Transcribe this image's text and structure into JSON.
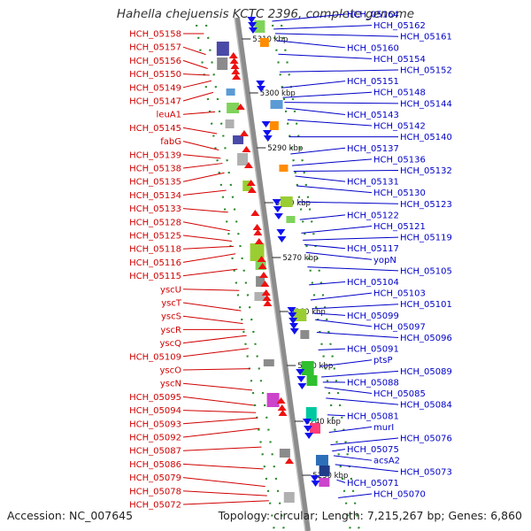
{
  "title": "Hahella chejuensis KCTC 2396, complete genome",
  "footer": {
    "accession": "Accession: NC_007645",
    "genome_info": "Topology: circular; Length: 7,215,267 bp; Genes: 6,860"
  },
  "colors": {
    "left_labels": "#d00000",
    "right_labels": "#0000c8",
    "backbone": "#8c8c8c",
    "dotted_track": "#2a8a2a"
  },
  "kbp_ticks": [
    "5310 kbp",
    "5300 kbp",
    "5290 kbp",
    "5280 kbp",
    "5270 kbp",
    "5260 kbp",
    "5250 kbp",
    "5240 kbp",
    "5230 kbp"
  ],
  "left_labels": [
    "HCH_05158",
    "HCH_05157",
    "HCH_05156",
    "HCH_05150",
    "HCH_05149",
    "HCH_05147",
    "leuA1",
    "HCH_05145",
    "fabG",
    "HCH_05139",
    "HCH_05138",
    "HCH_05135",
    "HCH_05134",
    "HCH_05133",
    "HCH_05128",
    "HCH_05125",
    "HCH_05118",
    "HCH_05116",
    "HCH_05115",
    "yscU",
    "yscT",
    "yscS",
    "yscR",
    "yscQ",
    "HCH_05109",
    "yscO",
    "yscN",
    "HCH_05095",
    "HCH_05094",
    "HCH_05093",
    "HCH_05092",
    "HCH_05087",
    "HCH_05086",
    "HCH_05079",
    "HCH_05078",
    "HCH_05072"
  ],
  "right_labels": [
    "HCH_05164",
    "HCH_05162",
    "HCH_05161",
    "HCH_05160",
    "HCH_05154",
    "HCH_05152",
    "HCH_05151",
    "HCH_05148",
    "HCH_05144",
    "HCH_05143",
    "HCH_05142",
    "HCH_05140",
    "HCH_05137",
    "HCH_05136",
    "HCH_05132",
    "HCH_05131",
    "HCH_05130",
    "HCH_05123",
    "HCH_05122",
    "HCH_05121",
    "HCH_05119",
    "HCH_05117",
    "yopN",
    "HCH_05105",
    "HCH_05104",
    "HCH_05103",
    "HCH_05101",
    "HCH_05099",
    "HCH_05097",
    "HCH_05096",
    "HCH_05091",
    "ptsP",
    "HCH_05089",
    "HCH_05088",
    "HCH_05085",
    "HCH_05084",
    "HCH_05081",
    "murI",
    "HCH_05076",
    "HCH_05075",
    "acsA2",
    "HCH_05073",
    "HCH_05071",
    "HCH_05070"
  ]
}
